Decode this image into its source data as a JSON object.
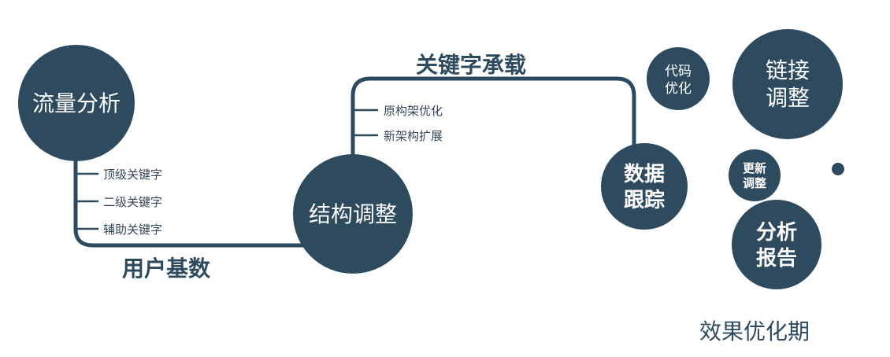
{
  "colors": {
    "primary": "#2e4a5f",
    "node_text": "#ffffff",
    "background": "#ffffff"
  },
  "nodes": {
    "traffic": {
      "label": "流量分析"
    },
    "structure": {
      "label": "结构调整"
    },
    "tracking": {
      "line1": "数据",
      "line2": "跟踪"
    },
    "code_opt": {
      "line1": "代码",
      "line2": "优化"
    },
    "link_adjust": {
      "line1": "链接",
      "line2": "调整"
    },
    "update_adjust": {
      "line1": "更新",
      "line2": "调整"
    },
    "report": {
      "line1": "分析",
      "line2": "报告"
    }
  },
  "branches": {
    "traffic": {
      "items": [
        "顶级关键字",
        "二级关键字",
        "辅助关键字"
      ]
    },
    "structure": {
      "items": [
        "原构架优化",
        "新架构扩展"
      ]
    }
  },
  "edge_labels": {
    "user_base": "用户基数",
    "keyword_load": "关键字承载"
  },
  "caption": "效果优化期"
}
